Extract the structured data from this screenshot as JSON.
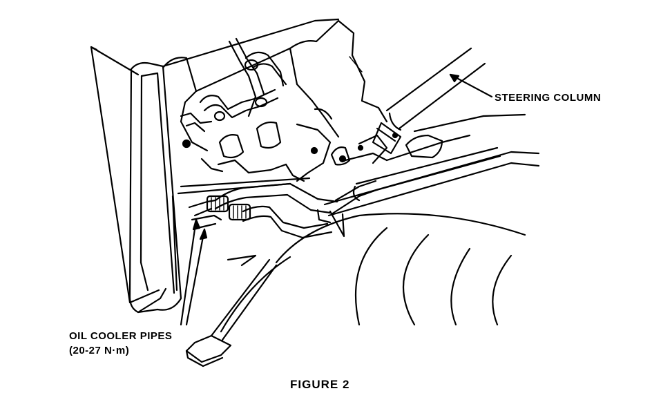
{
  "labels": {
    "steering_column": "STEERING COLUMN",
    "oil_cooler_pipes": "OIL COOLER PIPES",
    "torque_spec": "(20-27 N·m)"
  },
  "caption": "FIGURE 2"
}
